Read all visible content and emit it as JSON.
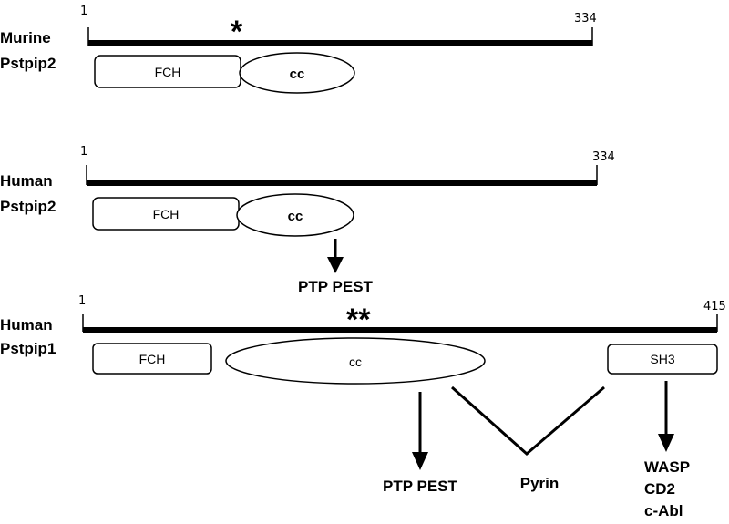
{
  "proteins": [
    {
      "species": "Murine",
      "gene": "Pstpip2",
      "start": "1",
      "end": "334",
      "marker": "*",
      "domains": {
        "fch": "FCH",
        "cc": "cc"
      }
    },
    {
      "species": "Human",
      "gene": "Pstpip2",
      "start": "1",
      "end": "334",
      "domains": {
        "fch": "FCH",
        "cc": "cc"
      },
      "interactor": "PTP PEST"
    },
    {
      "species": "Human",
      "gene": "Pstpip1",
      "start": "1",
      "end": "415",
      "marker": "**",
      "domains": {
        "fch": "FCH",
        "cc": "cc",
        "sh3": "SH3"
      },
      "interactors": {
        "cc": "PTP PEST",
        "cc_sh3": "Pyrin",
        "sh3": [
          "WASP",
          "CD2",
          "c-Abl"
        ]
      }
    }
  ]
}
